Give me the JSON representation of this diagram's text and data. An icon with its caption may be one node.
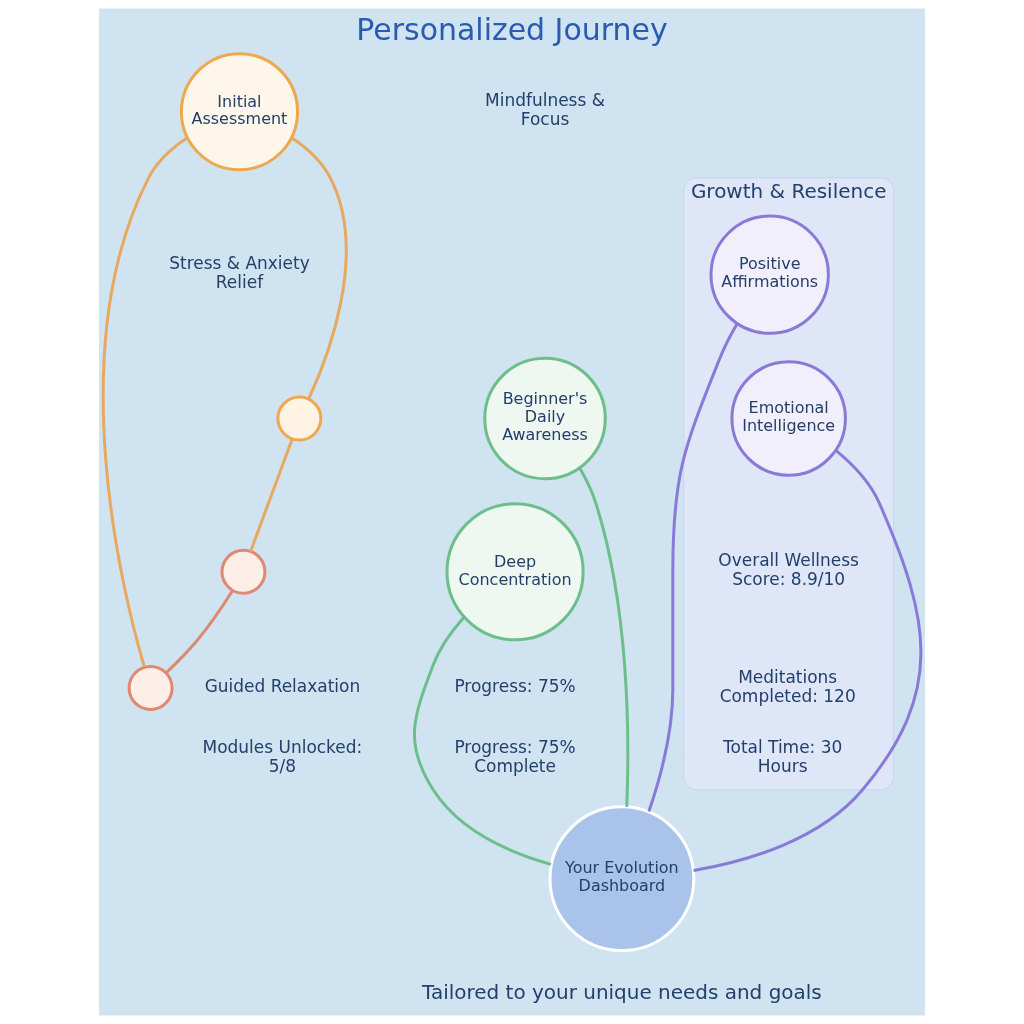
{
  "diagram": {
    "title": "Personalized Journey",
    "caption": "Tailored to your unique needs and goals",
    "nodes": [
      {
        "text": [
          "Initial Assessment"
        ]
      },
      {
        "text": [],
        "shape": "circle"
      },
      {
        "text": [],
        "shape": "circle"
      },
      {
        "text": [],
        "shape": "circle"
      },
      {
        "text": [
          "Beginner's Daily Awareness"
        ]
      },
      {
        "text": [
          "Deep Concentration"
        ]
      },
      {
        "text": [
          "Growth & Resilence"
        ]
      },
      {
        "text": [
          "Positive Affirmations"
        ],
        "in": 6
      },
      {
        "text": [
          "Emotional Intelligence"
        ],
        "in": 6
      },
      {
        "text": [
          "Your Evolution Dashboard"
        ]
      }
    ],
    "edges": [
      {
        "from": 0,
        "to": 1,
        "arrow": "none",
        "color": "#e8a860"
      },
      {
        "from": 0,
        "to": 3,
        "arrow": "none",
        "color": "#e8a860"
      },
      {
        "from": 1,
        "to": 2,
        "arrow": "none",
        "color": "#e8a860"
      },
      {
        "from": 2,
        "to": 3,
        "arrow": "none",
        "color": "#d98a70"
      },
      {
        "from": 4,
        "to": 9,
        "arrow": "none",
        "color": "#6cbf8a"
      },
      {
        "from": 5,
        "to": 9,
        "arrow": "none",
        "color": "#6cbf8a"
      },
      {
        "from": 7,
        "to": 9,
        "arrow": "none",
        "color": "#8a7ad8"
      },
      {
        "from": 8,
        "to": 9,
        "arrow": "none",
        "color": "#8a7ad8"
      }
    ],
    "labels": [
      "Stress & Anxiety Relief",
      "Mindfulness & Focus",
      "Guided Relaxation",
      "Modules Unlocked: 5/8",
      "Progress: 75%",
      "Progress: 75% Complete",
      "Overall Wellness Score: 8.9/10",
      "Meditations Completed: 120",
      "Total Time: 30 Hours"
    ]
  }
}
